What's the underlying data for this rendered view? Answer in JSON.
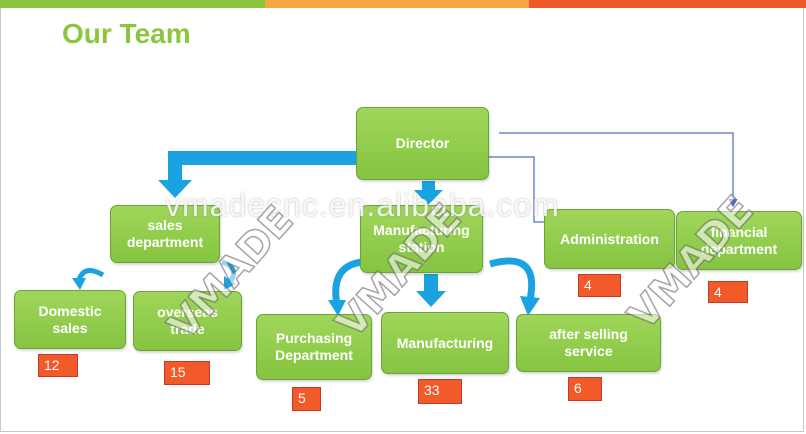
{
  "title": "Our Team",
  "colors": {
    "title": "#8cc63f",
    "node_fill": "#92cd4e",
    "arrow_blue": "#1aa3e0",
    "connector": "#4a6fc1",
    "badge_fill": "#f25a2a",
    "top_bar": [
      "#8cc63f",
      "#f6a641",
      "#ef5a2a"
    ]
  },
  "nodes": {
    "director": "Director",
    "sales": "sales department",
    "manufacturing_station": "Manufacturing station",
    "administration": "Administration",
    "financial": "financial department",
    "domestic": "Domestic sales",
    "overseas": "overseas trade",
    "purchasing": "Purchasing Department",
    "manufacturing": "Manufacturing",
    "after_selling": "after selling service"
  },
  "counts": {
    "administration": "4",
    "financial": "4",
    "domestic": "12",
    "overseas": "15",
    "purchasing": "5",
    "manufacturing": "33",
    "after_selling": "6"
  },
  "watermark": {
    "text": "vmadecnc.en.alibaba.com",
    "logo": "VMADE"
  }
}
